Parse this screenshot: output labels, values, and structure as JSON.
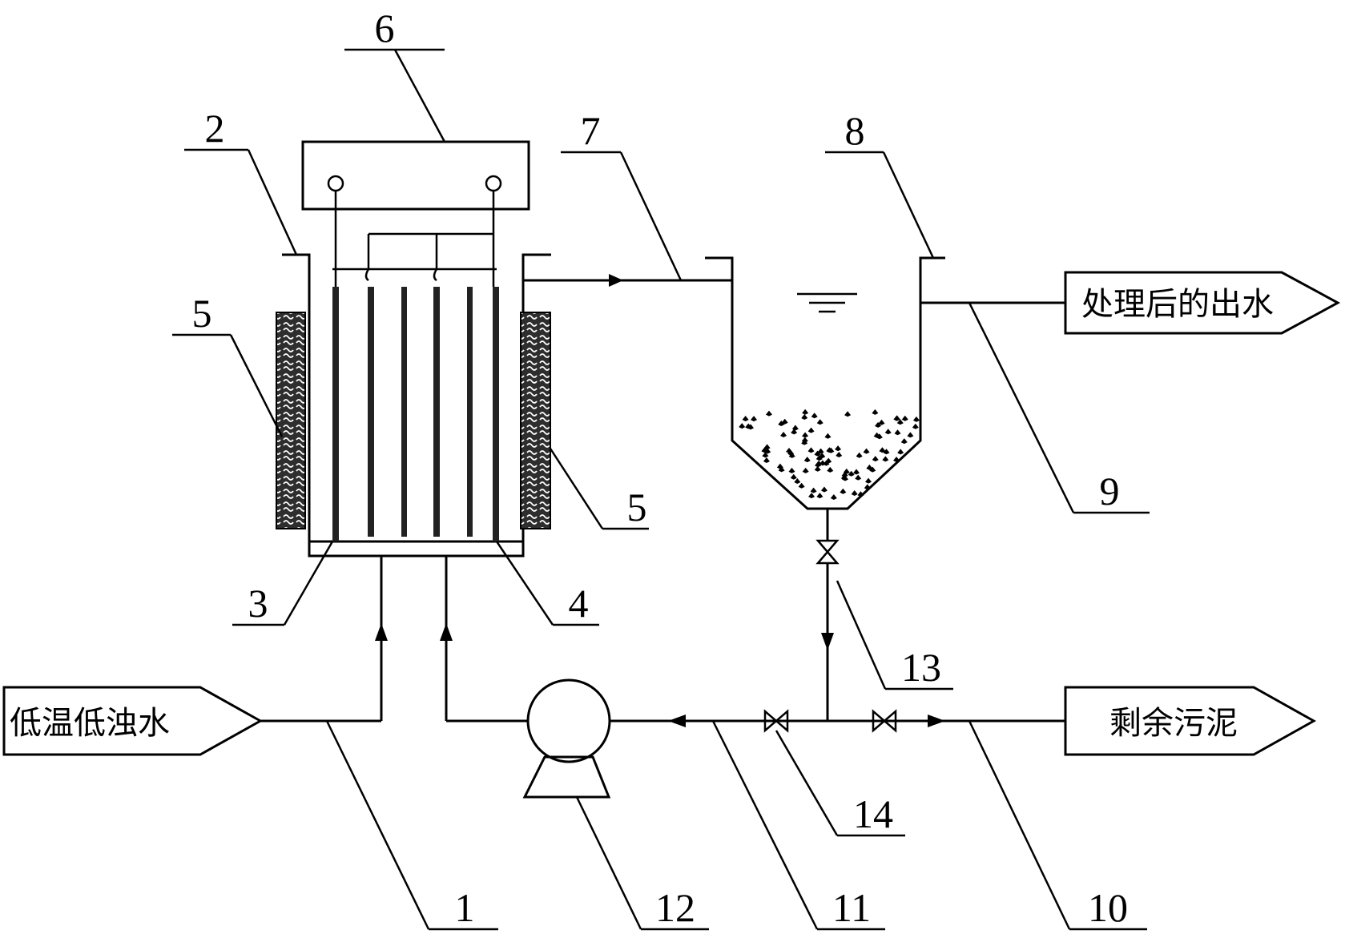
{
  "labels": {
    "inlet": "低温低浊水",
    "outlet": "处理后的出水",
    "sludge": "剩余污泥"
  },
  "part_numbers": {
    "n1": "1",
    "n2": "2",
    "n3": "3",
    "n4": "4",
    "n5a": "5",
    "n5b": "5",
    "n6": "6",
    "n7": "7",
    "n8": "8",
    "n9": "9",
    "n10": "10",
    "n11": "11",
    "n12": "12",
    "n13": "13",
    "n14": "14"
  },
  "colors": {
    "line": "#000000",
    "heater_fill": "#333333",
    "background": "#ffffff"
  }
}
